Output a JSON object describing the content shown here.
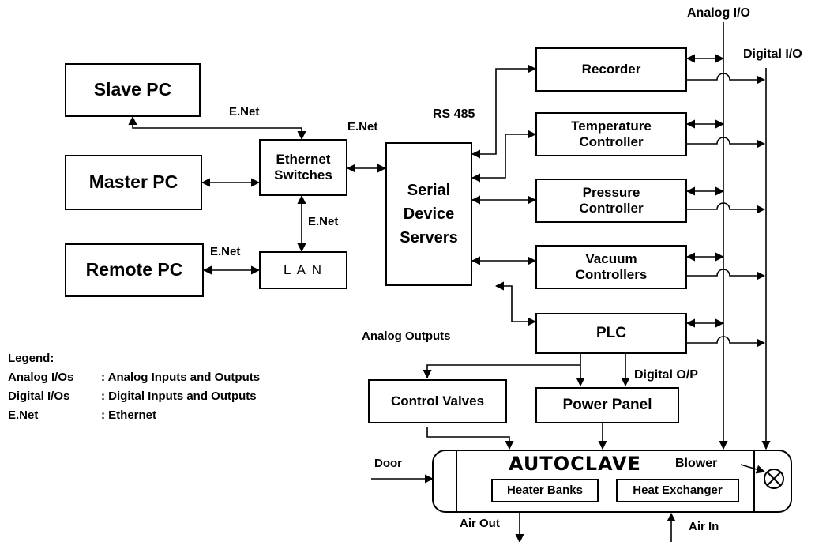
{
  "labels": {
    "analog_io": "Analog I/O",
    "digital_io": "Digital I/O",
    "enet_top": "E.Net",
    "enet_mid": "E.Net",
    "enet_vertical": "E.Net",
    "enet_remote": "E.Net",
    "rs485": "RS 485",
    "analog_outputs": "Analog Outputs",
    "digital_op": "Digital O/P",
    "door": "Door",
    "blower": "Blower",
    "air_out": "Air Out",
    "air_in": "Air In"
  },
  "boxes": {
    "slave_pc": "Slave PC",
    "master_pc": "Master PC",
    "remote_pc": "Remote PC",
    "ethernet_switches": [
      "Ethernet",
      "Switches"
    ],
    "lan": "L A N",
    "serial_device_servers": [
      "Serial",
      "Device",
      "Servers"
    ],
    "recorder": "Recorder",
    "temperature_controller": [
      "Temperature",
      "Controller"
    ],
    "pressure_controller": [
      "Pressure",
      "Controller"
    ],
    "vacuum_controllers": [
      "Vacuum",
      "Controllers"
    ],
    "plc": "PLC",
    "control_valves": "Control Valves",
    "power_panel": "Power Panel",
    "autoclave": "AUTOCLAVE",
    "heater_banks": "Heater Banks",
    "heat_exchanger": "Heat Exchanger"
  },
  "legend": {
    "title": "Legend:",
    "rows": [
      {
        "key": "Analog I/Os",
        "value": ": Analog Inputs and Outputs"
      },
      {
        "key": "Digital I/Os",
        "value": ": Digital Inputs and Outputs"
      },
      {
        "key": "E.Net",
        "value": ": Ethernet"
      }
    ]
  }
}
